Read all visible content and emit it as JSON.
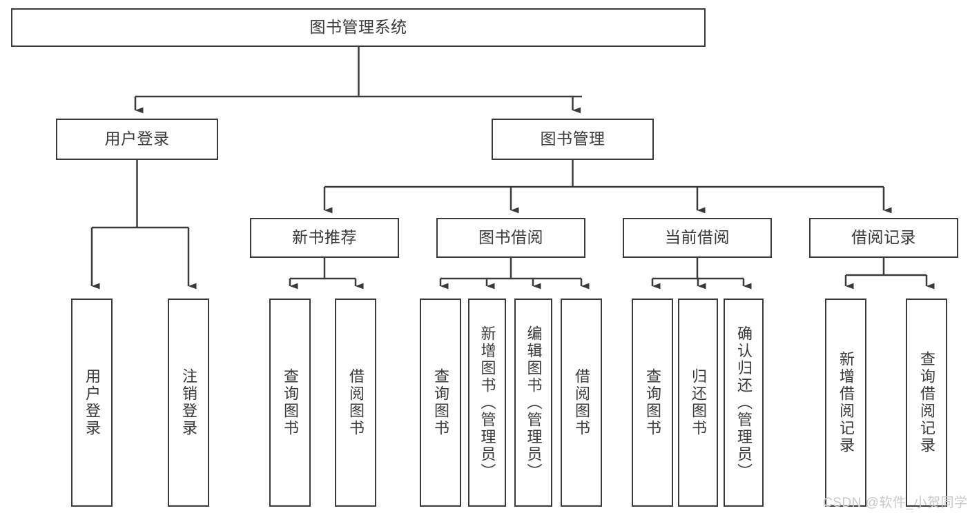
{
  "diagram": {
    "type": "tree-hierarchy-chart",
    "title": "图书管理系统",
    "stroke_color": "#3a3a3a",
    "background_color": "#ffffff",
    "levels": [
      {
        "level": 1,
        "nodes": [
          {
            "id": "root",
            "label": "图书管理系统",
            "orientation": "horizontal"
          }
        ]
      },
      {
        "level": 2,
        "nodes": [
          {
            "id": "login",
            "label": "用户登录",
            "orientation": "horizontal",
            "parent": "root"
          },
          {
            "id": "bookmgmt",
            "label": "图书管理",
            "orientation": "horizontal",
            "parent": "root"
          }
        ]
      },
      {
        "level": 3,
        "nodes": [
          {
            "id": "newbook",
            "label": "新书推荐",
            "orientation": "horizontal",
            "parent": "bookmgmt"
          },
          {
            "id": "borrow",
            "label": "图书借阅",
            "orientation": "horizontal",
            "parent": "bookmgmt"
          },
          {
            "id": "current",
            "label": "当前借阅",
            "orientation": "horizontal",
            "parent": "bookmgmt"
          },
          {
            "id": "records",
            "label": "借阅记录",
            "orientation": "horizontal",
            "parent": "bookmgmt"
          }
        ]
      },
      {
        "level": 4,
        "nodes": [
          {
            "id": "leaf-user-login",
            "label": "用户登录",
            "orientation": "vertical",
            "parent": "login"
          },
          {
            "id": "leaf-user-logout",
            "label": "注销登录",
            "orientation": "vertical",
            "parent": "login"
          },
          {
            "id": "leaf-newbook-query",
            "label": "查询图书",
            "orientation": "vertical",
            "parent": "newbook"
          },
          {
            "id": "leaf-newbook-borrow",
            "label": "借阅图书",
            "orientation": "vertical",
            "parent": "newbook"
          },
          {
            "id": "leaf-borrow-query",
            "label": "查询图书",
            "orientation": "vertical",
            "parent": "borrow"
          },
          {
            "id": "leaf-borrow-add",
            "label": "新增图书（管理员）",
            "orientation": "vertical",
            "parent": "borrow"
          },
          {
            "id": "leaf-borrow-edit",
            "label": "编辑图书（管理员）",
            "orientation": "vertical",
            "parent": "borrow"
          },
          {
            "id": "leaf-borrow-lend",
            "label": "借阅图书",
            "orientation": "vertical",
            "parent": "borrow"
          },
          {
            "id": "leaf-current-query",
            "label": "查询图书",
            "orientation": "vertical",
            "parent": "current"
          },
          {
            "id": "leaf-current-return",
            "label": "归还图书",
            "orientation": "vertical",
            "parent": "current"
          },
          {
            "id": "leaf-current-confirm",
            "label": "确认归还（管理员）",
            "orientation": "vertical",
            "parent": "current"
          },
          {
            "id": "leaf-records-add",
            "label": "新增借阅记录",
            "orientation": "vertical",
            "parent": "records"
          },
          {
            "id": "leaf-records-query",
            "label": "查询借阅记录",
            "orientation": "vertical",
            "parent": "records"
          }
        ]
      }
    ]
  },
  "watermark": {
    "text": "CSDN @软件_小贺同学"
  }
}
